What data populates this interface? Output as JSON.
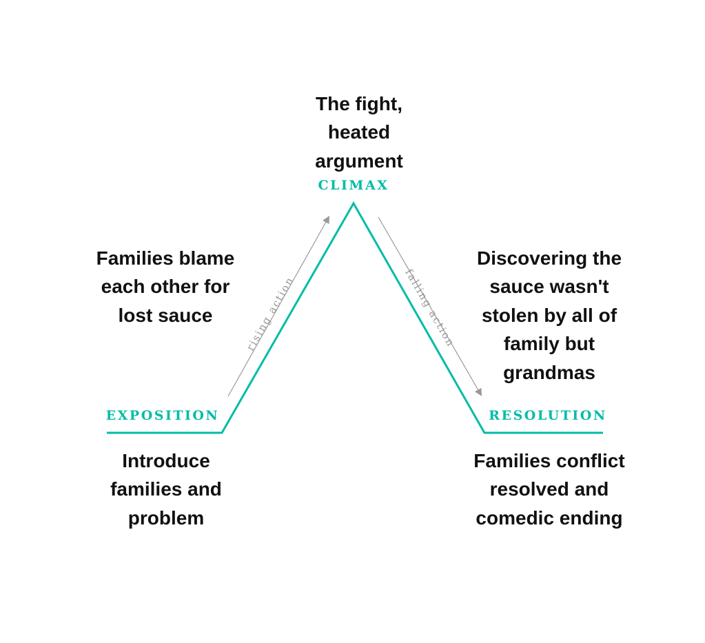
{
  "colors": {
    "accent": "#00bca7",
    "text": "#111111",
    "muted": "#999999",
    "background": "#ffffff"
  },
  "diagram_type": "story plot mountain (Freytag pyramid)",
  "stages": {
    "exposition": {
      "label": "EXPOSITION",
      "description": "Introduce\nfamilies and\nproblem"
    },
    "rising_action": {
      "label": "rising action",
      "description": "Families blame\neach other for\nlost sauce"
    },
    "climax": {
      "label": "CLIMAX",
      "description": "The fight,\nheated\nargument"
    },
    "falling_action": {
      "label": "falling action",
      "description": "Discovering the\nsauce wasn't\nstolen by all of\nfamily but\ngrandmas"
    },
    "resolution": {
      "label": "RESOLUTION",
      "description": "Families conflict\nresolved and\ncomedic ending"
    }
  }
}
